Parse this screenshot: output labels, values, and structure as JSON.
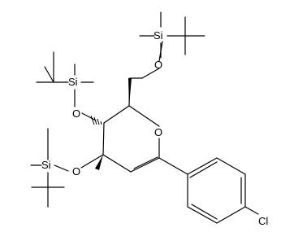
{
  "molecule": {
    "atom_labels": {
      "si_top": "Si",
      "si_left": "Si",
      "si_bottom": "Si",
      "o_top": "O",
      "o_c4": "O",
      "o_c3": "O",
      "o_ring": "O",
      "cl": "Cl"
    },
    "colors": {
      "bond": "#000000",
      "label": "#000000",
      "background": "#ffffff"
    }
  }
}
